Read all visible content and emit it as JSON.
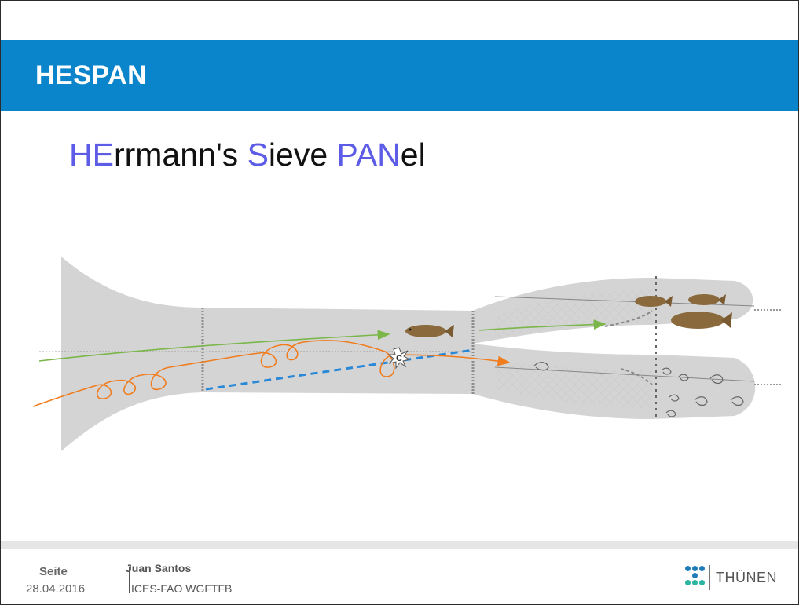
{
  "header": {
    "title": "HESPAN"
  },
  "subtitle": {
    "parts": [
      {
        "text": "HE",
        "highlight": true
      },
      {
        "text": "rrmann's ",
        "highlight": false
      },
      {
        "text": "S",
        "highlight": true
      },
      {
        "text": "ieve ",
        "highlight": false
      },
      {
        "text": "PAN",
        "highlight": true
      },
      {
        "text": "el",
        "highlight": false
      }
    ]
  },
  "diagram": {
    "collision_label": "C"
  },
  "footer": {
    "seite": "Seite",
    "date": "28.04.2016",
    "author": "Juan Santos",
    "org": "ICES-FAO WGFTFB",
    "logo_text": "THÜNEN"
  },
  "colors": {
    "header": "#0a85cc",
    "highlight": "#5c5ce6",
    "fish_path": "#7ab648",
    "shrimp_path": "#f07c1e",
    "sieve_panel": "#2a88d8",
    "net": "#d4d4d4"
  }
}
